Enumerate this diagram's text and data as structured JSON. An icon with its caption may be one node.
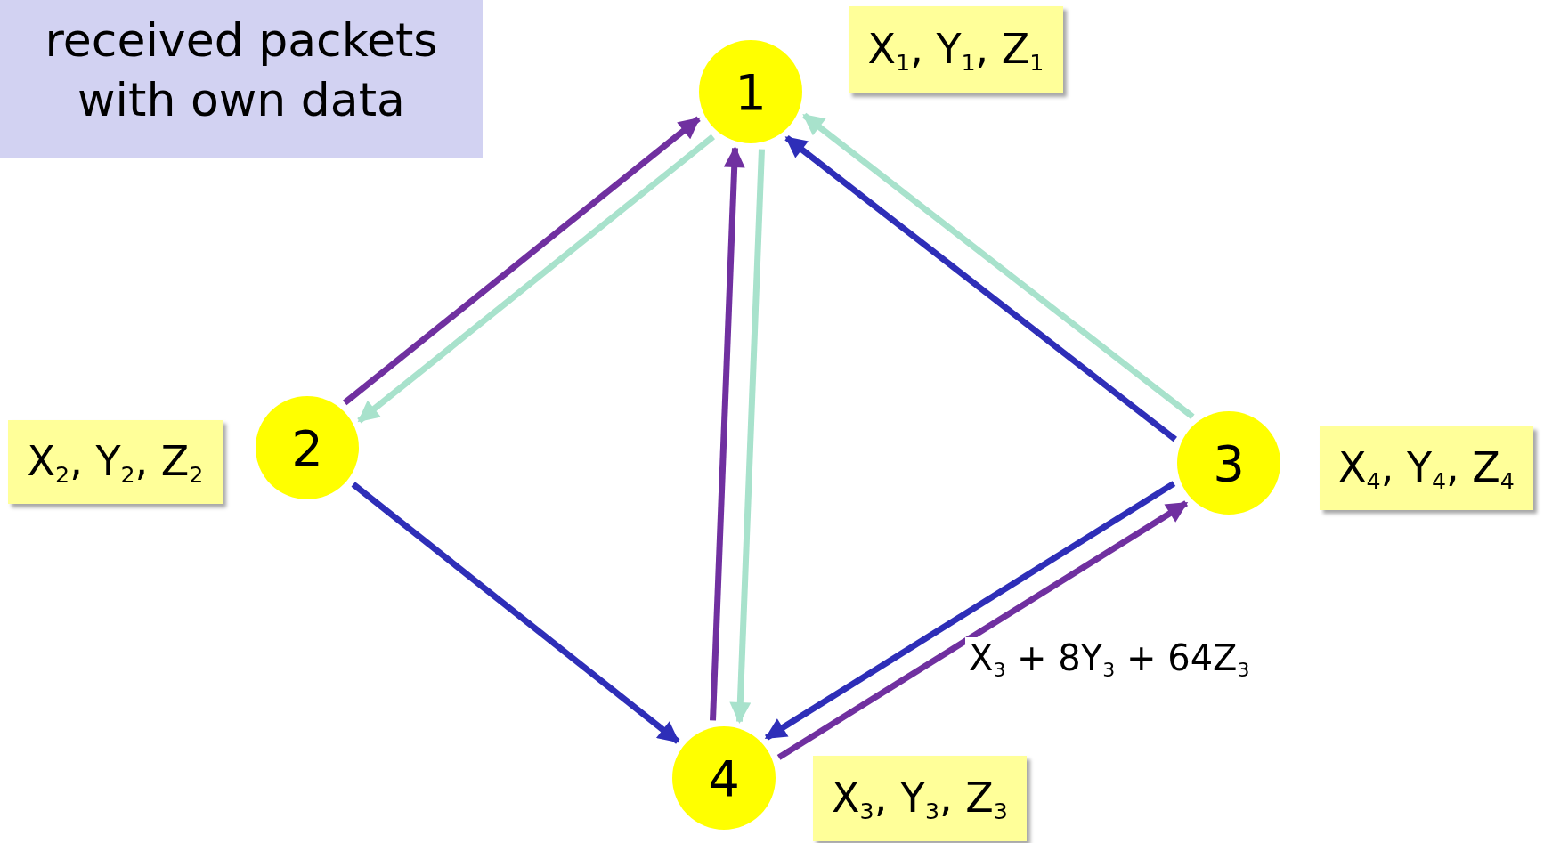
{
  "diagram": {
    "nodes": [
      {
        "text": [
          "received packets with own data"
        ]
      },
      {
        "text": [
          "1"
        ]
      },
      {
        "text": [
          "X$_{1}$, Y$_{1}$, Z$_{1}$"
        ]
      },
      {
        "text": [
          "2"
        ]
      },
      {
        "text": [
          "X$_{2}$, Y$_{2}$, Z$_{2}$"
        ]
      },
      {
        "text": [
          "3"
        ]
      },
      {
        "text": [
          "X$_{4}$, Y$_{4}$, Z$_{4}$"
        ]
      },
      {
        "text": [
          "4"
        ]
      },
      {
        "text": [
          "X$_{3}$, Y$_{3}$, Z$_{3}$"
        ]
      }
    ],
    "edges": [
      {
        "from": 3,
        "to": 1,
        "arrow": "to",
        "color": "#7030a0"
      },
      {
        "from": 1,
        "to": 3,
        "arrow": "to",
        "color": "#a8e2cc"
      },
      {
        "from": 7,
        "to": 1,
        "arrow": "to",
        "color": "#7030a0"
      },
      {
        "from": 1,
        "to": 7,
        "arrow": "to",
        "color": "#a8e2cc"
      },
      {
        "from": 5,
        "to": 1,
        "arrow": "to",
        "color": "#2e2eb8"
      },
      {
        "from": 5,
        "to": 1,
        "arrow": "to",
        "color": "#a8e2cc"
      },
      {
        "from": 3,
        "to": 7,
        "arrow": "to",
        "color": "#2e2eb8"
      },
      {
        "from": 5,
        "to": 7,
        "arrow": "to",
        "color": "#2e2eb8"
      },
      {
        "from": 7,
        "to": 5,
        "arrow": "to",
        "color": "#7030a0",
        "label": "X$_{3}$ + 8Y$_{3}$ + 64Z$_{3}$"
      }
    ]
  }
}
